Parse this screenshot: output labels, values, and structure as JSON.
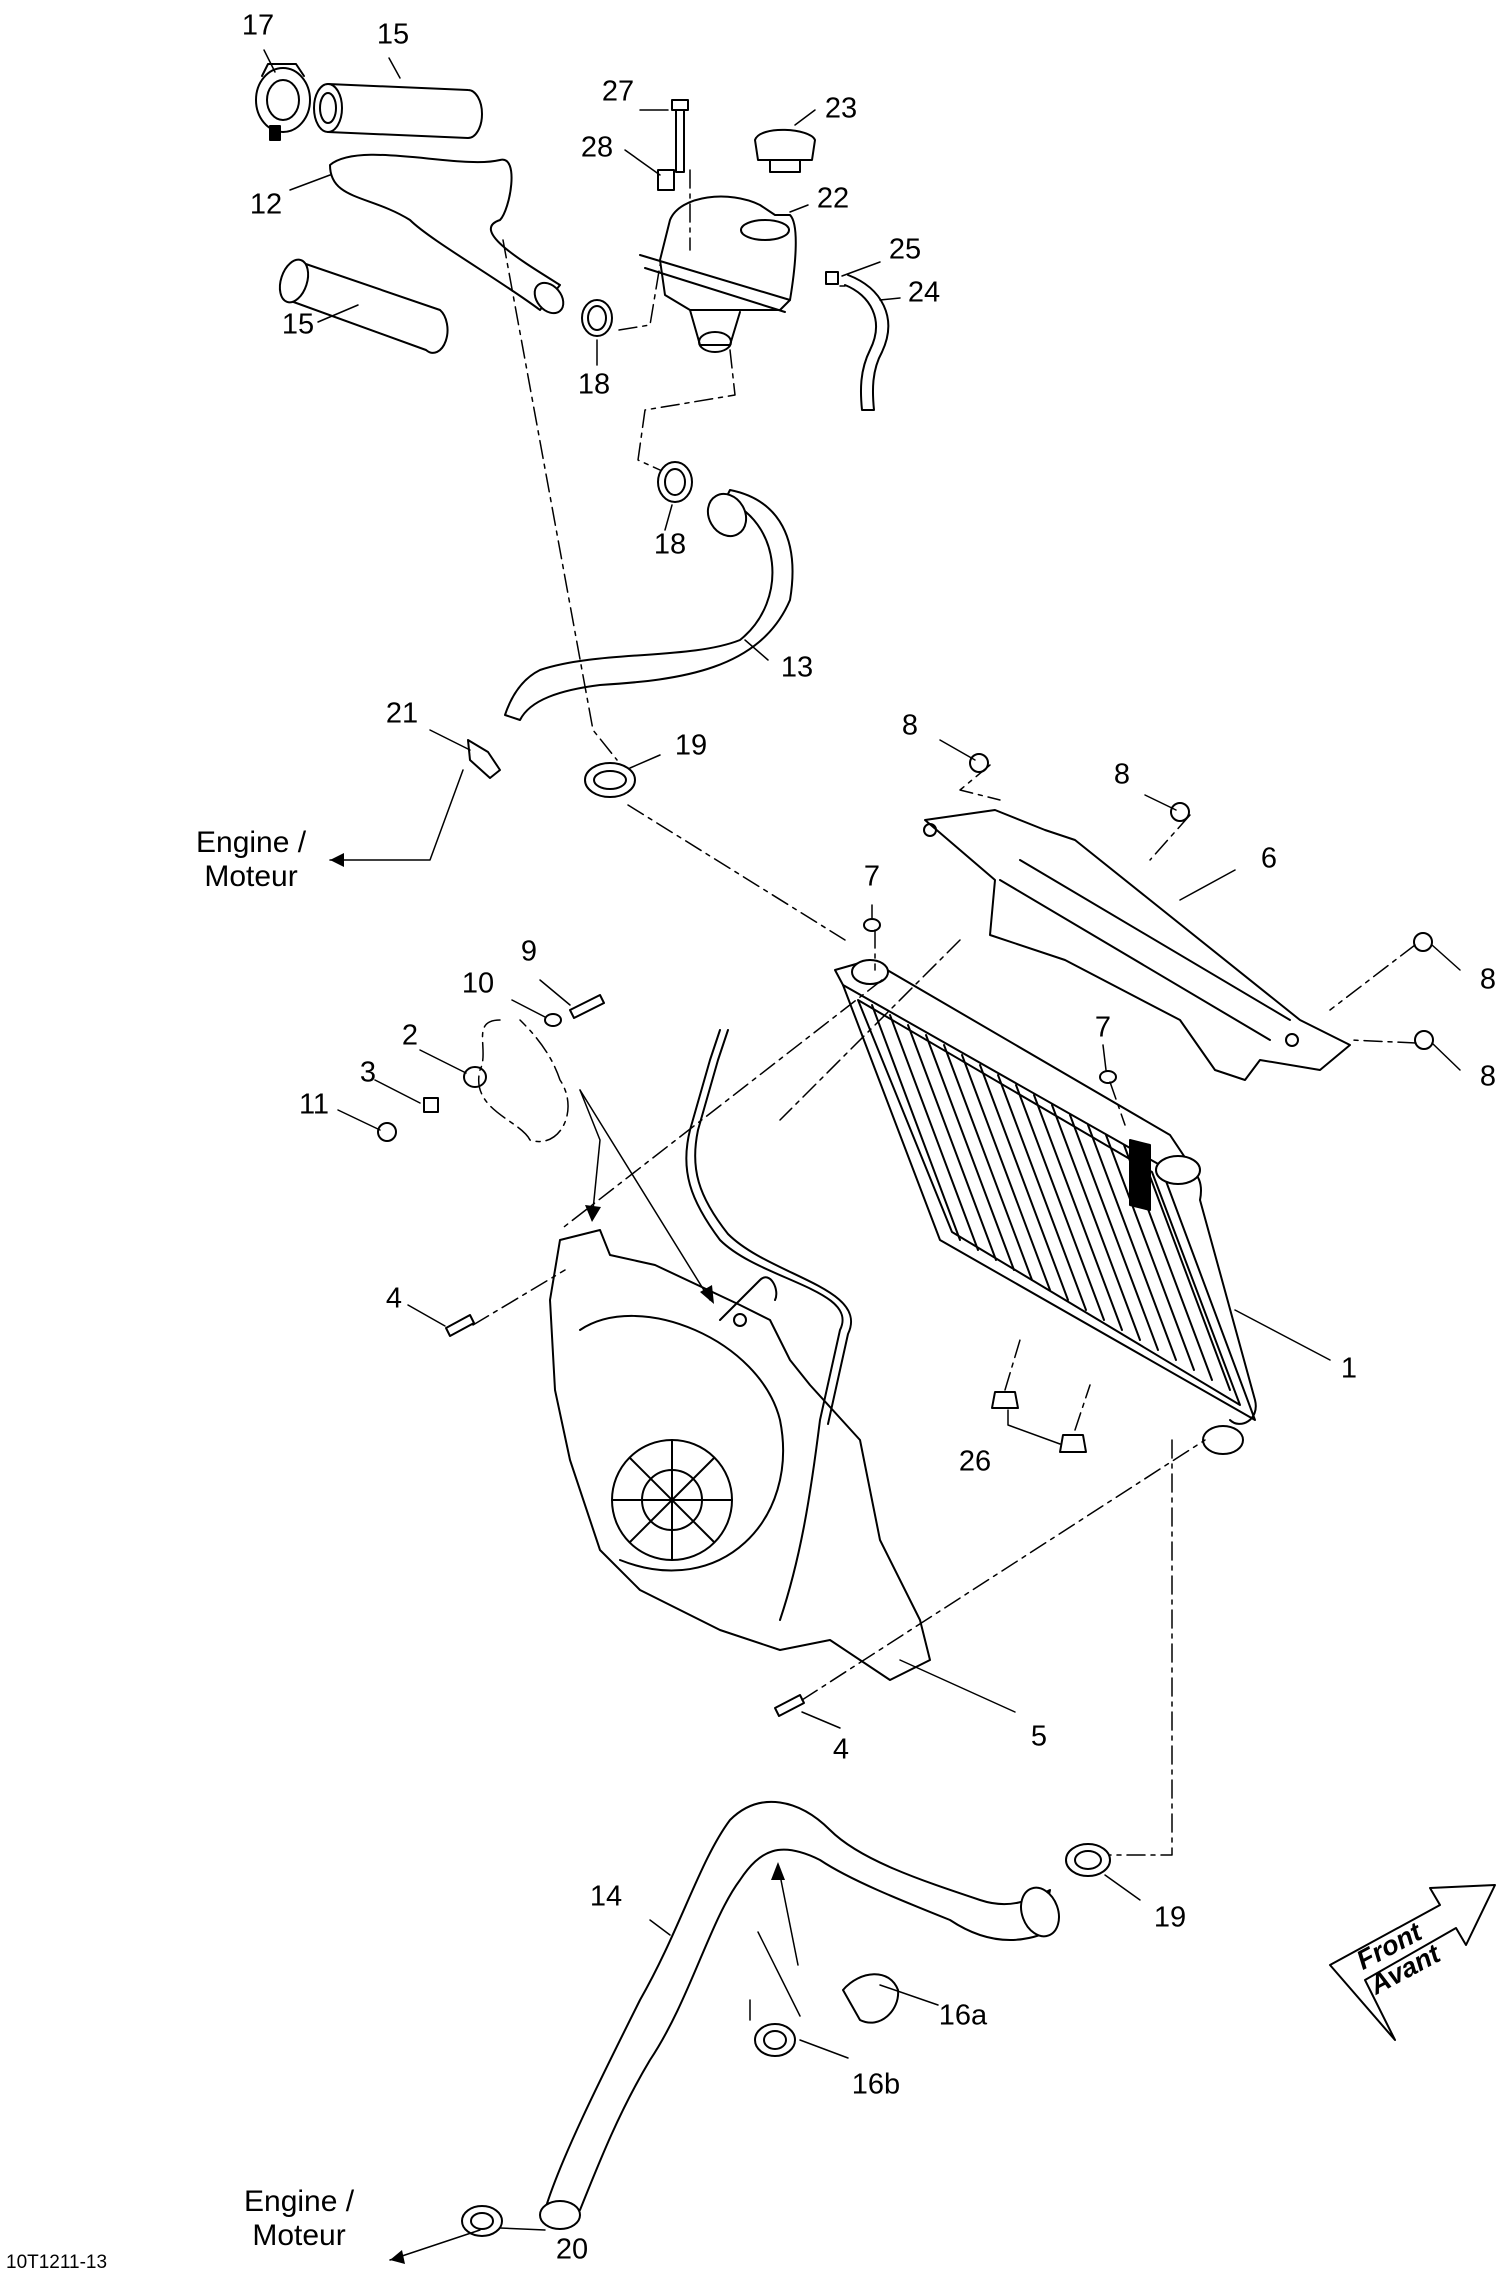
{
  "figure_code": "10T1211-13",
  "direction": {
    "line1": "Front",
    "line2": "Avant"
  },
  "engine_callouts": [
    {
      "line1": "Engine /",
      "line2": "Moteur"
    },
    {
      "line1": "Engine /",
      "line2": "Moteur"
    }
  ],
  "callouts": {
    "c1": "1",
    "c2": "2",
    "c3": "3",
    "c4a": "4",
    "c4b": "4",
    "c5": "5",
    "c6": "6",
    "c7a": "7",
    "c7b": "7",
    "c8a": "8",
    "c8b": "8",
    "c8c": "8",
    "c8d": "8",
    "c9": "9",
    "c10": "10",
    "c11": "11",
    "c12": "12",
    "c13": "13",
    "c14": "14",
    "c15a": "15",
    "c15b": "15",
    "c16a": "16a",
    "c16b": "16b",
    "c17": "17",
    "c18a": "18",
    "c18b": "18",
    "c19a": "19",
    "c19b": "19",
    "c20": "20",
    "c21": "21",
    "c22": "22",
    "c23": "23",
    "c24": "24",
    "c25": "25",
    "c26": "26",
    "c27": "27",
    "c28": "28"
  },
  "colors": {
    "line": "#000000",
    "background": "#ffffff"
  },
  "icons": {
    "direction_arrow": "front-arrow-icon"
  }
}
